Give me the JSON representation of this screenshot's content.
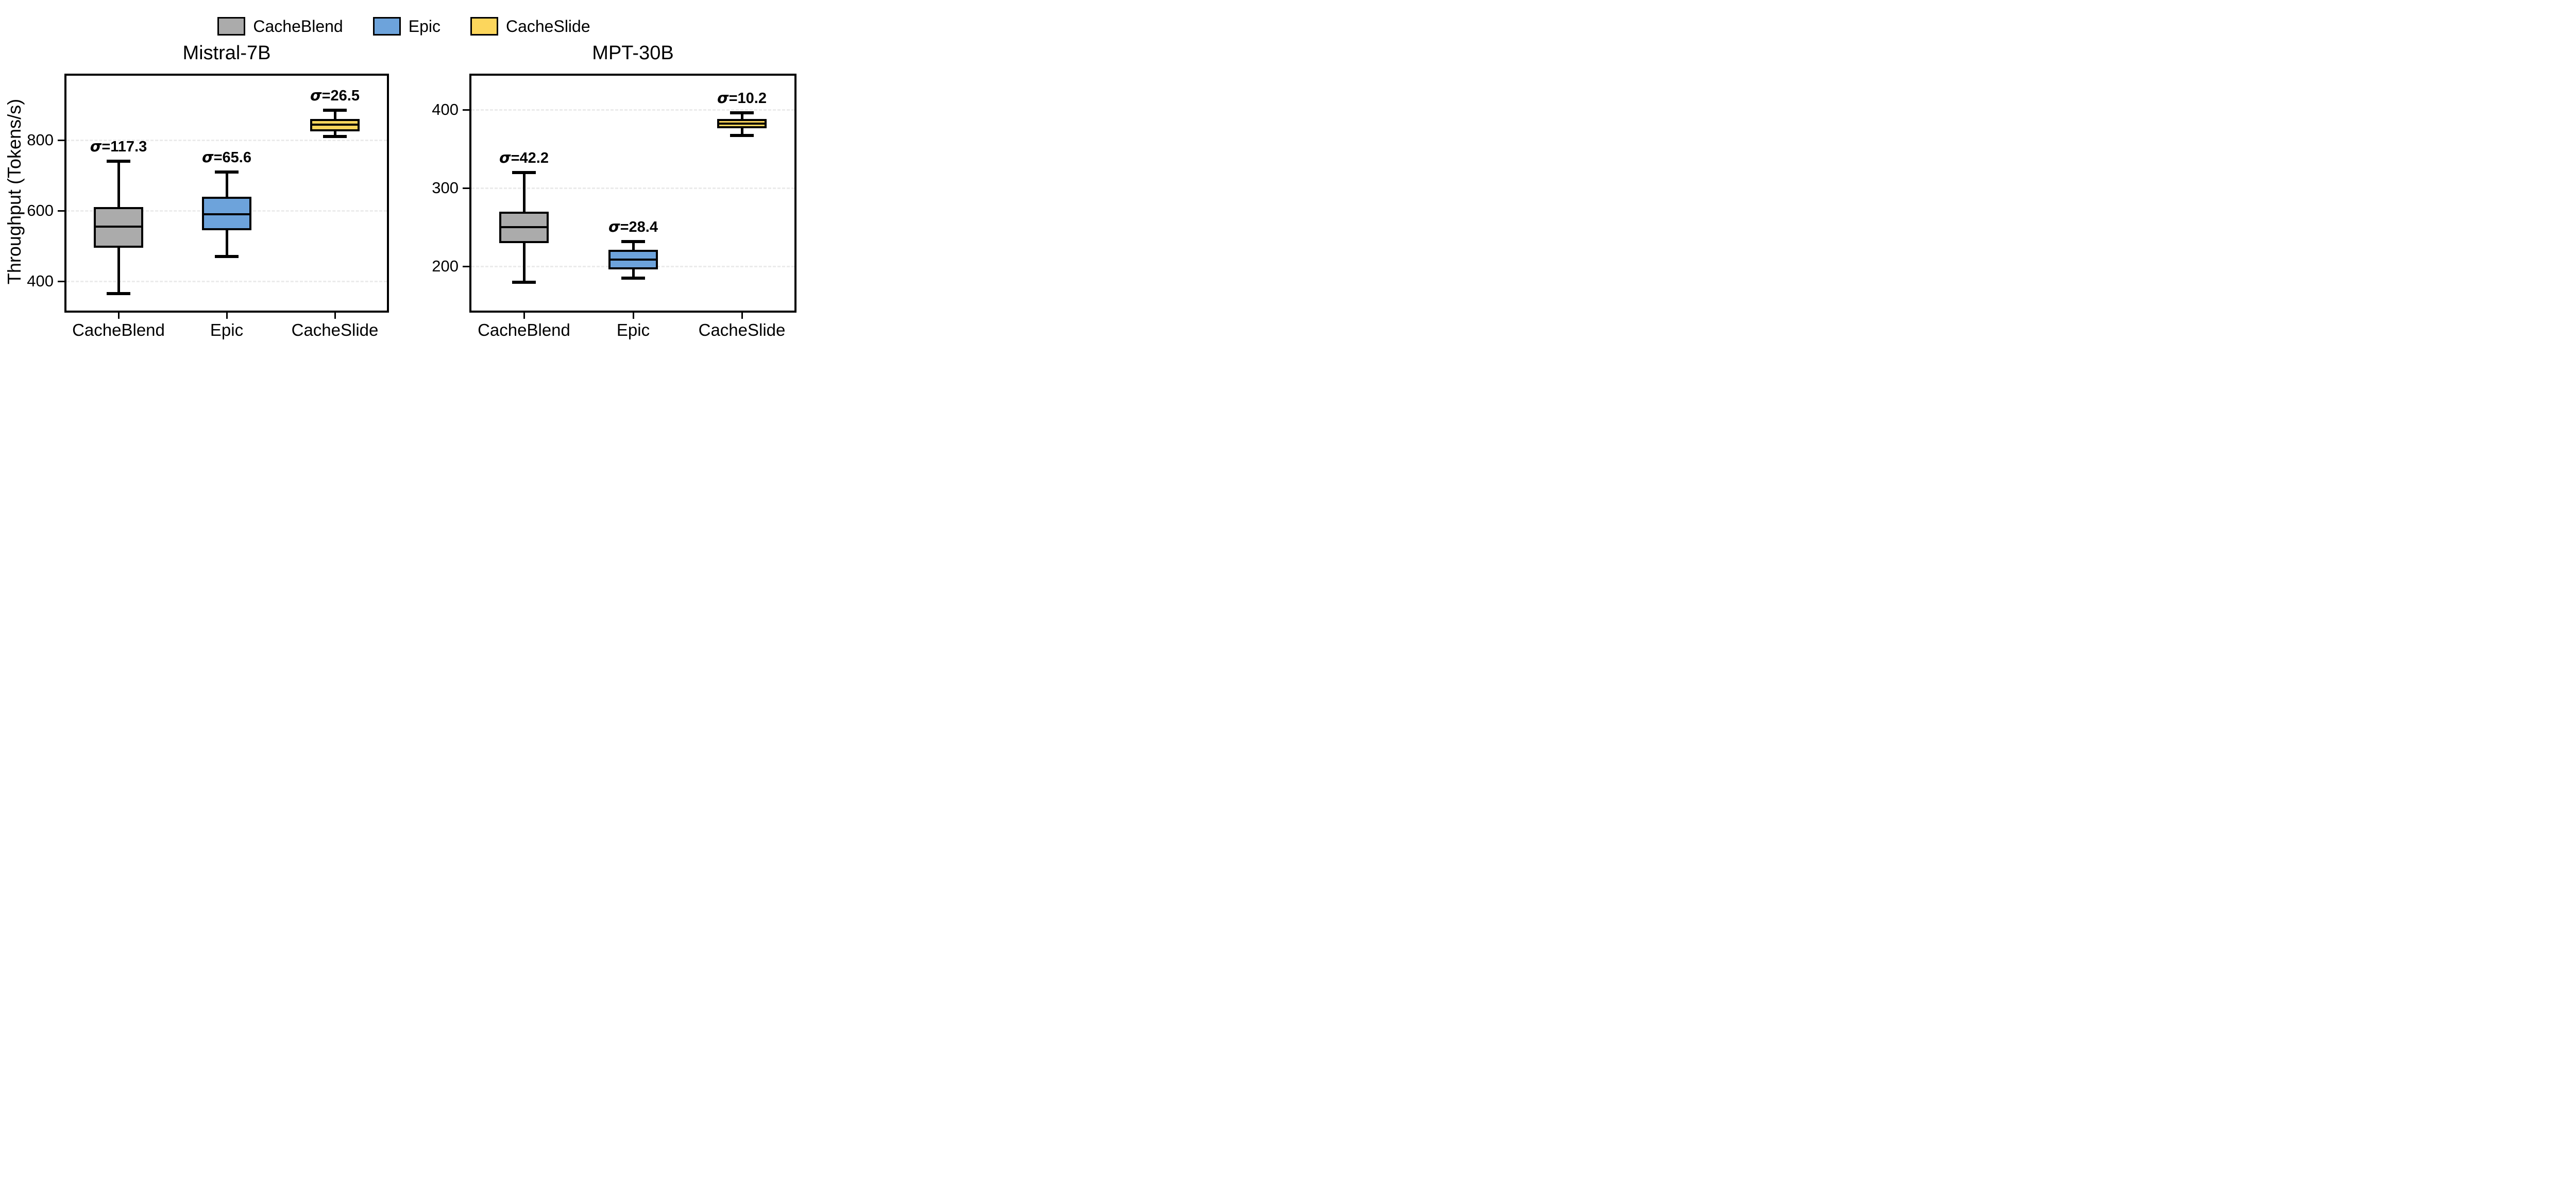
{
  "legend": {
    "position": "top-center",
    "items": [
      {
        "label": "CacheBlend",
        "color": "#ababab"
      },
      {
        "label": "Epic",
        "color": "#6da3db"
      },
      {
        "label": "CacheSlide",
        "color": "#fcd65c"
      }
    ]
  },
  "chart_data": [
    {
      "type": "boxplot",
      "title": "Mistral-7B",
      "ylabel": "Throughput (Tokens/s)",
      "categories": [
        "CacheBlend",
        "Epic",
        "CacheSlide"
      ],
      "ylim": [
        311,
        988
      ],
      "yticks": [
        400,
        600,
        800
      ],
      "grid": "horizontal-dashed",
      "sigma_symbol": "σ",
      "series": [
        {
          "name": "CacheBlend",
          "color": "#ababab",
          "whislo": 365,
          "q1": 495,
          "med": 555,
          "q3": 610,
          "whishi": 740,
          "sigma": "117.3"
        },
        {
          "name": "Epic",
          "color": "#6da3db",
          "whislo": 470,
          "q1": 545,
          "med": 590,
          "q3": 640,
          "whishi": 710,
          "sigma": "65.6"
        },
        {
          "name": "CacheSlide",
          "color": "#fcd65c",
          "whislo": 810,
          "q1": 825,
          "med": 843,
          "q3": 860,
          "whishi": 885,
          "sigma": "26.5"
        }
      ]
    },
    {
      "type": "boxplot",
      "title": "MPT-30B",
      "ylabel": "",
      "categories": [
        "CacheBlend",
        "Epic",
        "CacheSlide"
      ],
      "ylim": [
        141,
        446
      ],
      "yticks": [
        200,
        300,
        400
      ],
      "grid": "horizontal-dashed",
      "sigma_symbol": "σ",
      "series": [
        {
          "name": "CacheBlend",
          "color": "#ababab",
          "whislo": 180,
          "q1": 230,
          "med": 250,
          "q3": 270,
          "whishi": 320,
          "sigma": "42.2"
        },
        {
          "name": "Epic",
          "color": "#6da3db",
          "whislo": 185,
          "q1": 196,
          "med": 209,
          "q3": 221,
          "whishi": 232,
          "sigma": "28.4"
        },
        {
          "name": "CacheSlide",
          "color": "#fcd65c",
          "whislo": 367,
          "q1": 376,
          "med": 382,
          "q3": 388,
          "whishi": 396,
          "sigma": "10.2"
        }
      ]
    }
  ]
}
